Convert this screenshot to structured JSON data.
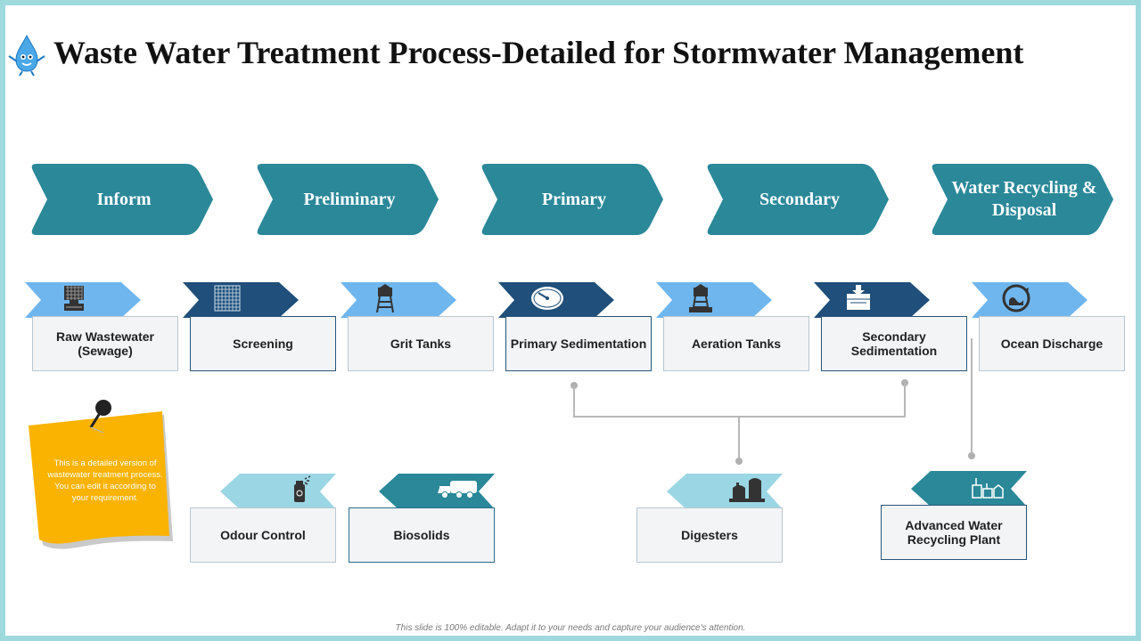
{
  "slide": {
    "title": "Waste Water Treatment Process-Detailed for Stormwater Management",
    "footer": "This slide is 100% editable. Adapt it to your needs and capture your audience's attention."
  },
  "colors": {
    "frame": "#9ed9de",
    "stage_fill": "#2a8899",
    "light_blue": "#6fb6ee",
    "navy": "#1f4f7a",
    "pale_teal": "#9bd6e4",
    "teal": "#2a8899",
    "note_yellow": "#f9b300"
  },
  "stages": [
    "Inform",
    "Preliminary",
    "Primary",
    "Secondary",
    "Water Recycling & Disposal"
  ],
  "steps": [
    {
      "label": "Raw Wastewater (Sewage)",
      "icon": "sewage-icon"
    },
    {
      "label": "Screening",
      "icon": "screen-mesh-icon"
    },
    {
      "label": "Grit Tanks",
      "icon": "water-tower-icon"
    },
    {
      "label": "Primary Sedimentation",
      "icon": "sedimentation-tank-icon"
    },
    {
      "label": "Aeration Tanks",
      "icon": "aeration-tower-icon"
    },
    {
      "label": "Secondary Sedimentation",
      "icon": "filter-tank-icon"
    },
    {
      "label": "Ocean Discharge",
      "icon": "recycle-circle-icon"
    }
  ],
  "lower_steps": [
    {
      "label": "Odour Control",
      "icon": "spray-can-icon"
    },
    {
      "label": "Biosolids",
      "icon": "truck-icon"
    },
    {
      "label": "Digesters",
      "icon": "factory-icon"
    },
    {
      "label": "Advanced Water Recycling Plant",
      "icon": "water-plant-icon"
    }
  ],
  "note": {
    "text": "This is a detailed version of wastewater treatment process. You can edit it according to your requirement."
  }
}
